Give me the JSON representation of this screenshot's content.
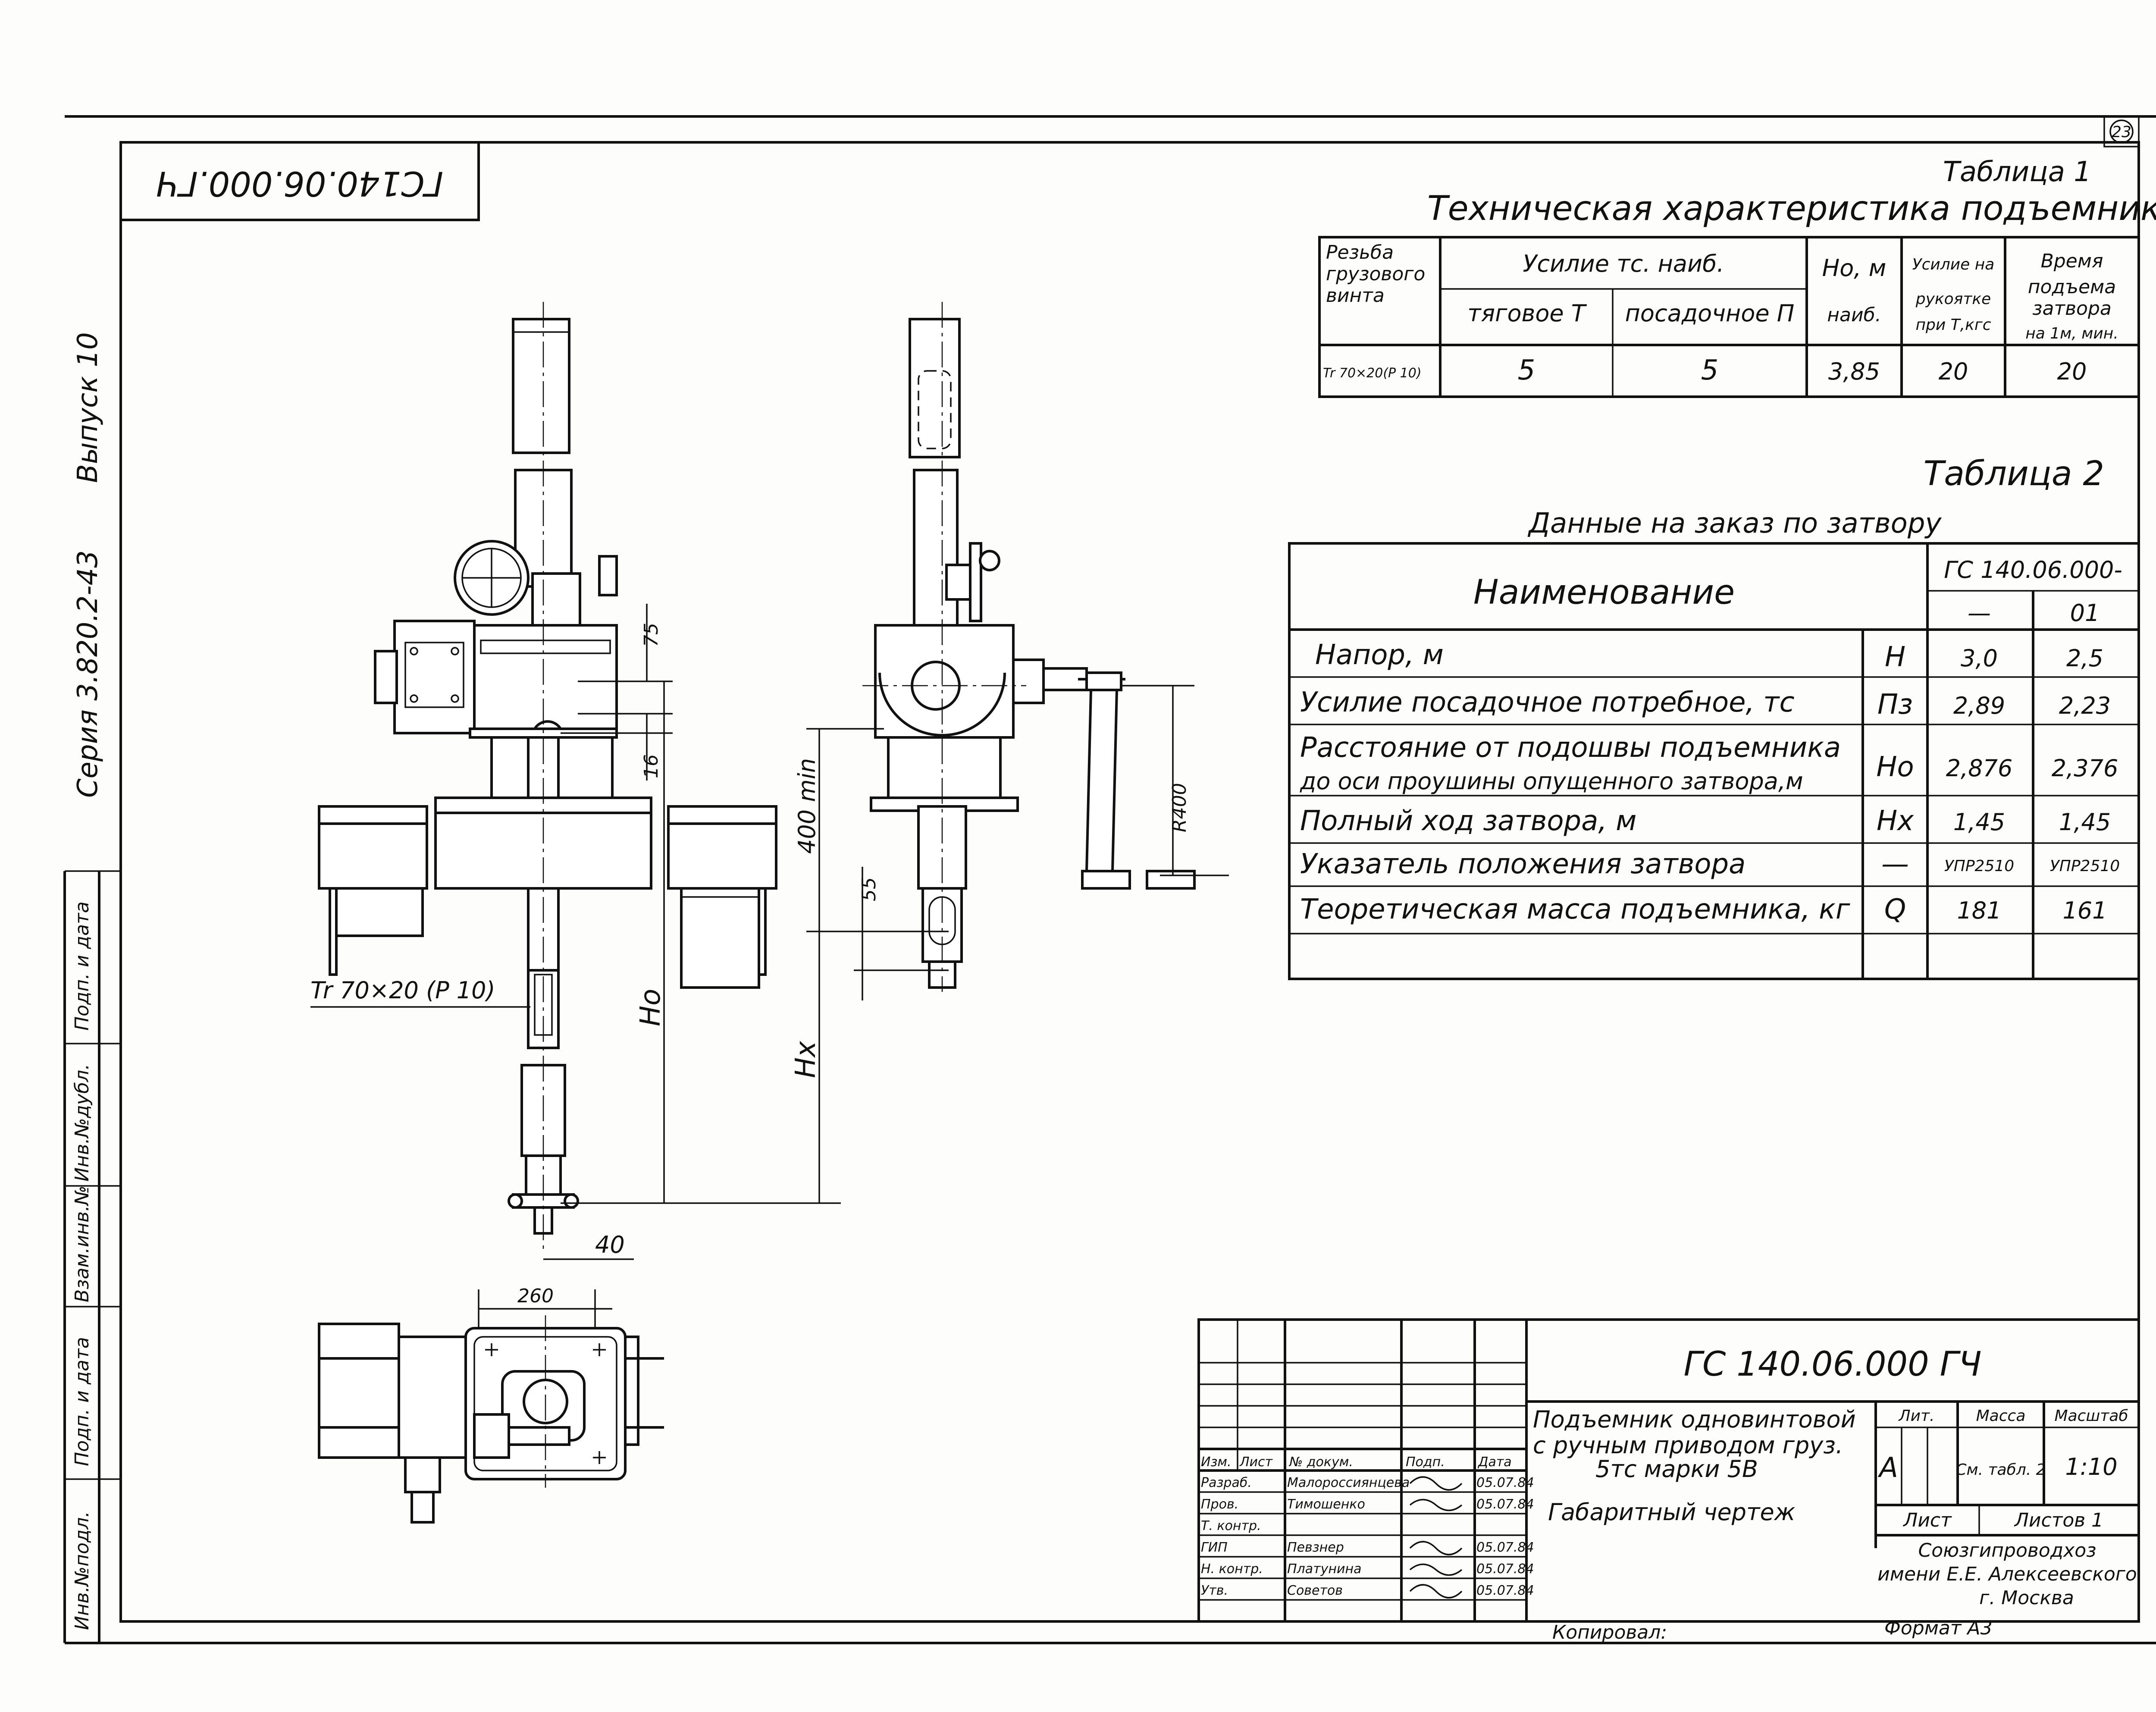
{
  "page_number": "23",
  "inverted_code": "ГС140.06.000.ГЧ",
  "side_labels": {
    "issue": "Выпуск 10",
    "series": "Серия 3.820.2-43",
    "left_columns": [
      "Подп. и дата",
      "Инв.№дубл.",
      "Взам.инв.№",
      "Подп. и дата",
      "Инв.№подл."
    ]
  },
  "table1": {
    "caption": "Таблица 1",
    "title": "Техническая характеристика подъемника",
    "headers": {
      "thread": [
        "Резьба",
        "грузового",
        "винта"
      ],
      "force_group": "Усилие тс. наиб.",
      "traction": "тяговое Т",
      "landing": "посадочное П",
      "h0": "Hо, м",
      "h0_sub": "наиб.",
      "handle": [
        "Усилие на",
        "рукоятке",
        "при Т,кгс"
      ],
      "time": [
        "Время",
        "подъема",
        "затвора",
        "на 1м, мин."
      ]
    },
    "row": {
      "thread": "Tr 70×20(P 10)",
      "traction": "5",
      "landing": "5",
      "h0": "3,85",
      "handle": "20",
      "time": "20"
    }
  },
  "table2": {
    "caption": "Таблица 2",
    "title": "Данные на заказ по затвору",
    "header_name": "Наименование",
    "header_code": "ГС 140.06.000-",
    "variants": [
      "—",
      "01"
    ],
    "rows": [
      {
        "name": "Напор, м",
        "sym": "H",
        "v1": "3,0",
        "v2": "2,5"
      },
      {
        "name": "Усилие посадочное потребное, тс",
        "sym": "Пз",
        "v1": "2,89",
        "v2": "2,23"
      },
      {
        "name": "Расстояние от подошвы подъемника",
        "name2": "до оси проушины опущенного затвора,м",
        "sym": "Hо",
        "v1": "2,876",
        "v2": "2,376"
      },
      {
        "name": "Полный ход затвора, м",
        "sym": "Hх",
        "v1": "1,45",
        "v2": "1,45"
      },
      {
        "name": "Указатель положения затвора",
        "sym": "—",
        "v1": "УПР2510",
        "v2": "УПР2510"
      },
      {
        "name": "Теоретическая масса подъемника, кг",
        "sym": "Q",
        "v1": "181",
        "v2": "161"
      }
    ]
  },
  "dimensions": {
    "d75": "75",
    "d16": "16",
    "d400min": "400 min",
    "d55": "55",
    "r400": "R400",
    "h0": "Hо",
    "hx": "Hх",
    "d40": "40",
    "d260": "260",
    "thread": "Tr 70×20 (P 10)"
  },
  "title_block": {
    "designation": "ГС 140.06.000 ГЧ",
    "name_lines": [
      "Подъемник одновинтовой",
      "с ручным приводом груз.",
      "5тс марки 5В"
    ],
    "doc_type": "Габаритный чертеж",
    "lit_label": "Лит.",
    "mass_label": "Масса",
    "scale_label": "Масштаб",
    "lit": "А",
    "mass": "См. табл. 2",
    "scale": "1:10",
    "sheet_label": "Лист",
    "sheets_label": "Листов 1",
    "org": [
      "Союзгипроводхоз",
      "имени Е.Е. Алексеевского",
      "г. Москва"
    ],
    "col_headers": [
      "Изм.",
      "Лист",
      "№ докум.",
      "Подп.",
      "Дата"
    ],
    "roles": [
      {
        "role": "Разраб.",
        "name": "Малороссиянцева",
        "date": "05.07.84"
      },
      {
        "role": "Пров.",
        "name": "Тимошенко",
        "date": "05.07.84"
      },
      {
        "role": "Т. контр.",
        "name": "",
        "date": ""
      },
      {
        "role": "ГИП",
        "name": "Певзнер",
        "date": "05.07.84"
      },
      {
        "role": "Н. контр.",
        "name": "Платунина",
        "date": "05.07.84"
      },
      {
        "role": "Утв.",
        "name": "Советов",
        "date": "05.07.84"
      }
    ],
    "copied": "Копировал:",
    "format": "Формат А3"
  }
}
